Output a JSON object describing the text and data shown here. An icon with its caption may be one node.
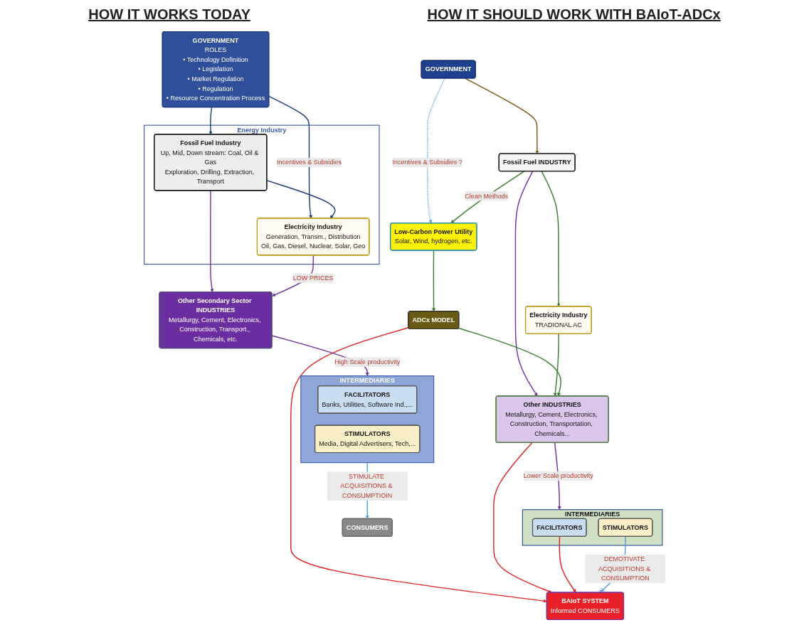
{
  "diagram": {
    "nodes": [
      {
        "text": [
          "GOVERNMENT",
          "ROLES",
          "• Technology Definition",
          "• Legislation",
          "• Market Regulation",
          "• Regulation",
          "• Resource Concentration Process"
        ]
      },
      {
        "text": [
          "Energy Industry"
        ]
      },
      {
        "text": [
          "Fossil Fuel Industry",
          "Up, Mid, Down stream: Coal, Oil & Gas",
          "Exploration, Drilling, Extraction, Transport"
        ],
        "in": 1
      },
      {
        "text": [
          "Electricity Industry",
          "Generation, Transm., Distribution",
          "Oil, Gas, Diesel, Nuclear, Solar, Geo"
        ],
        "in": 1
      },
      {
        "text": [
          "Other Secondary Sector INDUSTRIES",
          "Metallurgy, Cement, Electronics, Construction, Transport., Chemicals, etc."
        ]
      },
      {
        "text": [
          "INTERMEDIARIES"
        ]
      },
      {
        "text": [
          "FACILITATORS",
          "Banks, Utilities, Software Ind.,..."
        ],
        "in": 5
      },
      {
        "text": [
          "STIMULATORS",
          "Media, Digital Advertisers, Tech,..."
        ],
        "in": 5
      },
      {
        "text": [
          "CONSUMERS"
        ]
      },
      {
        "text": [
          "GOVERNMENT"
        ]
      },
      {
        "text": [
          "Fossil Fuel INDUSTRY"
        ]
      },
      {
        "text": [
          "Low-Carbon Power Utility",
          "Solar, Wind, hydrogen, etc."
        ]
      },
      {
        "text": [
          "Electricity Industry",
          "TRADIONAL AC"
        ]
      },
      {
        "text": [
          "ADCx MODEL"
        ]
      },
      {
        "text": [
          "Other INDUSTRIES",
          "Metallurgy, Cement, Electronics, Construction, Transportation, Chemicals..."
        ]
      },
      {
        "text": [
          "INTERMEDIARIES"
        ]
      },
      {
        "text": [
          "FACILITATORS"
        ],
        "in": 15
      },
      {
        "text": [
          "STIMULATORS"
        ],
        "in": 15
      },
      {
        "text": [
          "BAIoT SYSTEM",
          "Informed CONSUMERS"
        ]
      }
    ],
    "edges": [
      {
        "from": 0,
        "to": 2,
        "arrow": "to",
        "color": "#1f3a7a"
      },
      {
        "from": 0,
        "to": 3,
        "arrow": "to",
        "label": "Incentives & Subsidies",
        "color": "#1f3a7a"
      },
      {
        "from": 2,
        "to": 3,
        "arrow": "to",
        "color": "#1f3a7a"
      },
      {
        "from": 2,
        "to": 4,
        "arrow": "to",
        "color": "#7030a0"
      },
      {
        "from": 3,
        "to": 4,
        "arrow": "to",
        "label": "LOW PRICES",
        "color": "#7030a0"
      },
      {
        "from": 4,
        "to": 5,
        "arrow": "to",
        "label": "High Scale productivity",
        "color": "#7030a0"
      },
      {
        "from": 5,
        "to": 8,
        "arrow": "to",
        "label": "STIMULATE ACQUISITIONS & CONSUMPTIOIN",
        "color": "#4aa3df"
      },
      {
        "from": 9,
        "to": 10,
        "arrow": "to",
        "color": "#7a5a10"
      },
      {
        "from": 9,
        "to": 11,
        "arrow": "to",
        "label": "Incentives & Subsidies ?",
        "style": "dashed",
        "color": "#5b9bd5"
      },
      {
        "from": 10,
        "to": 11,
        "arrow": "to",
        "label": "Clean Methods",
        "color": "#3a7d2c"
      },
      {
        "from": 10,
        "to": 12,
        "arrow": "to",
        "color": "#3a7d2c"
      },
      {
        "from": 10,
        "to": 14,
        "arrow": "to",
        "color": "#7030a0"
      },
      {
        "from": 11,
        "to": 13,
        "arrow": "to",
        "color": "#3a7d2c"
      },
      {
        "from": 12,
        "to": 14,
        "arrow": "to",
        "color": "#3a7d2c"
      },
      {
        "from": 13,
        "to": 14,
        "arrow": "to",
        "color": "#3a7d2c"
      },
      {
        "from": 13,
        "to": 18,
        "arrow": "to",
        "color": "#e02020"
      },
      {
        "from": 14,
        "to": 15,
        "arrow": "to",
        "label": "Lower Scale productivity",
        "color": "#7030a0"
      },
      {
        "from": 14,
        "to": 18,
        "arrow": "to",
        "color": "#e02020"
      },
      {
        "from": 16,
        "to": 18,
        "arrow": "to",
        "color": "#e02020"
      },
      {
        "from": 17,
        "to": 18,
        "arrow": "other",
        "label": "DEMOTIVATE ACQUISITIONS & CONSUMPTION",
        "color": "#5b9bd5"
      }
    ],
    "labels": [
      "HOW IT WORKS TODAY",
      "HOW IT SHOULD WORK WITH BAIoT-ADCx"
    ]
  }
}
